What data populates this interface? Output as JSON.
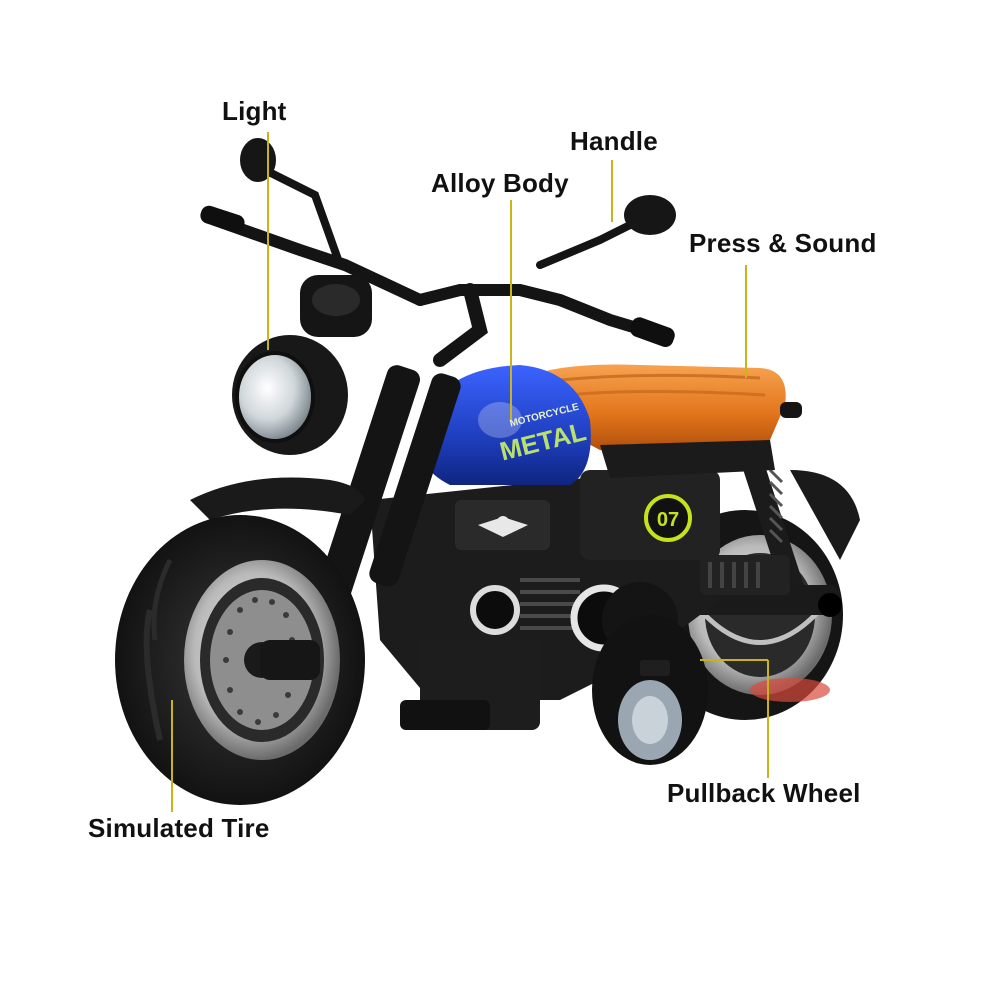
{
  "labels": {
    "light": "Light",
    "handle": "Handle",
    "alloy_body": "Alloy Body",
    "press_sound": "Press & Sound",
    "pullback_wheel": "Pullback Wheel",
    "simulated_tire": "Simulated Tire"
  },
  "badge": {
    "number": "07"
  },
  "tank": {
    "small": "MOTORCYCLE",
    "big": "METAL"
  },
  "colors": {
    "leader_line": "#c9b41a",
    "tank_blue": "#1f3fbf",
    "seat_orange": "#e2751c",
    "frame_black": "#161616",
    "badge_ring": "#c6e21a"
  }
}
